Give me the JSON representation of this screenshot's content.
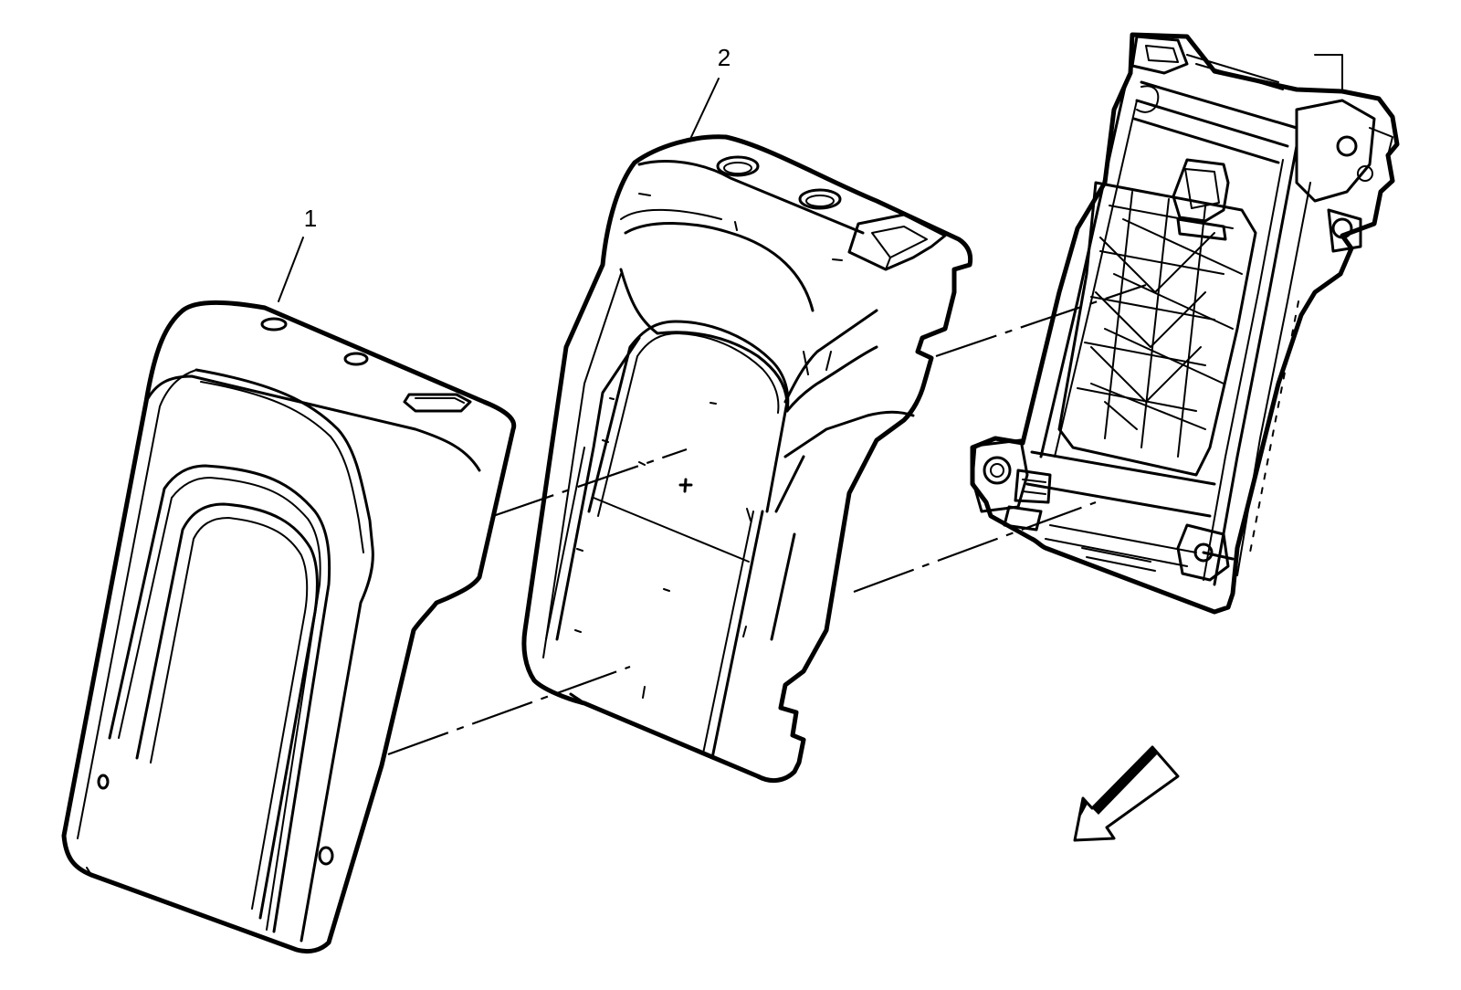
{
  "callouts": [
    {
      "label": "1"
    },
    {
      "label": "2"
    }
  ],
  "parts": [
    {
      "name": "seat-back-cover"
    },
    {
      "name": "seat-back-pad"
    },
    {
      "name": "seat-back-frame"
    }
  ],
  "arrow": {
    "icon": "forward-direction-arrow-icon"
  }
}
